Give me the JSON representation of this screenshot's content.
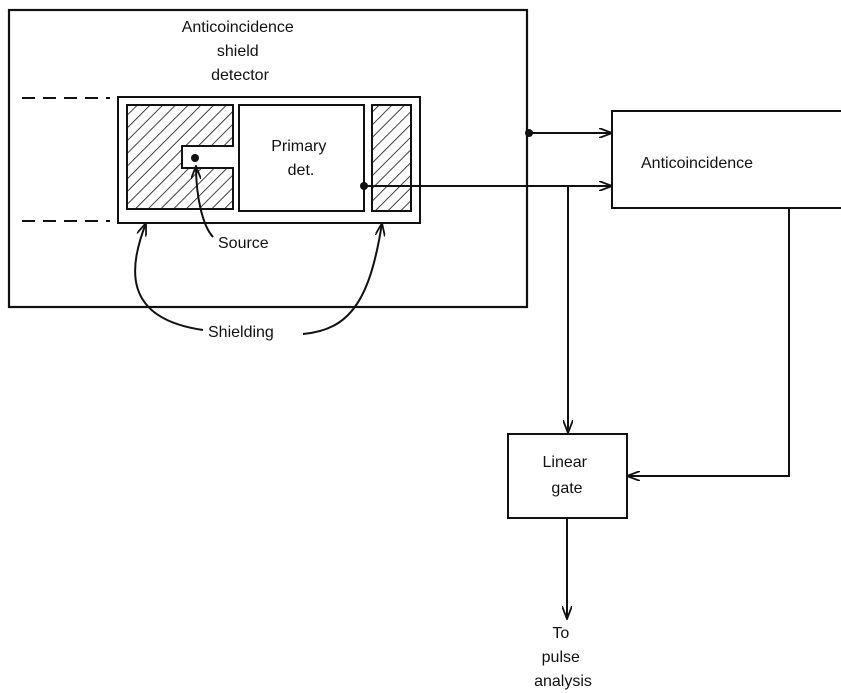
{
  "labels": {
    "shield_detector": [
      "Anticoincidence",
      "shield",
      "detector"
    ],
    "primary_detector": [
      "Primary",
      "det."
    ],
    "source": "Source",
    "shielding": "Shielding",
    "anticoincidence_unit": "Anticoincidence",
    "linear_gate": [
      "Linear",
      "gate"
    ],
    "output": [
      "To",
      "pulse",
      "analysis"
    ]
  },
  "colors": {
    "ink": "#111111",
    "background": "#ffffff"
  }
}
